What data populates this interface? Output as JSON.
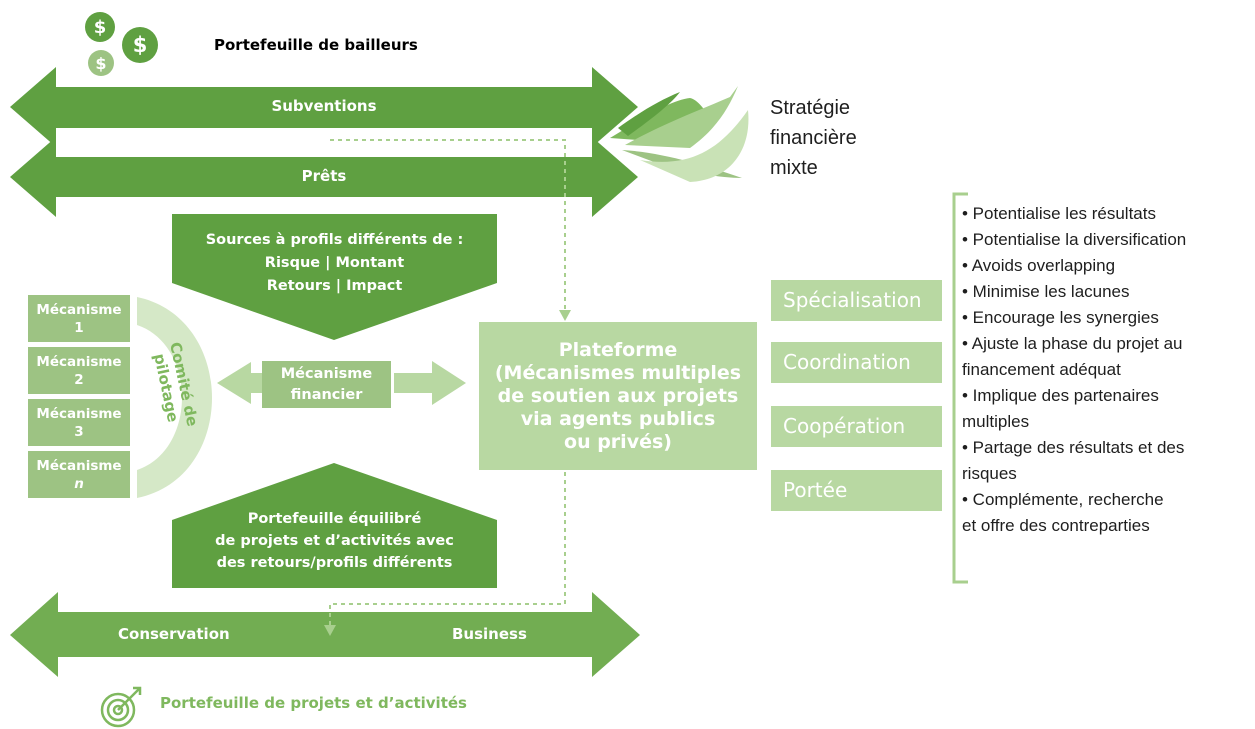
{
  "colors": {
    "dark_green": "#5fa041",
    "mid_green": "#9dc383",
    "light_green": "#b8d8a2",
    "pale_green": "#c9e2b6",
    "bracket": "#a8cf8e",
    "text_dark": "#1e1e1e"
  },
  "top": {
    "donor_portfolio_label": "Portefeuille de bailleurs",
    "grants_label": "Subventions",
    "loans_label": "Prêts",
    "mixed_strategy_label": [
      "Stratégie",
      "financière",
      "mixte"
    ]
  },
  "sources": {
    "line1": "Sources  à profils différents de :",
    "line2": "Risque | Montant",
    "line3": "Retours | Impact"
  },
  "mechanisms": [
    {
      "label": "Mécanisme",
      "num": "1"
    },
    {
      "label": "Mécanisme",
      "num": "2"
    },
    {
      "label": "Mécanisme",
      "num": "3"
    },
    {
      "label": "Mécanisme",
      "num": "n"
    }
  ],
  "steering_committee_label": "Comité de pilotage",
  "financial_mechanism": {
    "line1": "Mécanisme",
    "line2": "financier"
  },
  "platform": {
    "line1": "Plateforme",
    "line2": "(Mécanismes multiples",
    "line3": "de soutien aux projets",
    "line4": "via agents publics",
    "line5": "ou privés)"
  },
  "roles": [
    "Spécialisation",
    "Coordination",
    "Coopération",
    "Portée"
  ],
  "benefits": [
    "• Potentialise les résultats",
    "• Potentialise la diversification",
    "• Avoids overlapping",
    "• Minimise les lacunes",
    "• Encourage les synergies",
    "• Ajuste la phase du projet au",
    "financement adéquat",
    "• Implique des partenaires",
    "multiples",
    "• Partage des résultats et des",
    "risques",
    "• Complémente, recherche",
    "et offre des contreparties"
  ],
  "balanced_portfolio": {
    "line1": "Portefeuille équilibré",
    "line2": "de projets et d’activités avec",
    "line3": "des retours/profils différents"
  },
  "bottom": {
    "conservation_label": "Conservation",
    "business_label": "Business",
    "project_portfolio_label": "Portefeuille de projets et d’activités"
  },
  "icons": {
    "money": "dollar-coins-icon",
    "target": "target-icon",
    "wave": "mixed-strategy-wave-icon"
  }
}
